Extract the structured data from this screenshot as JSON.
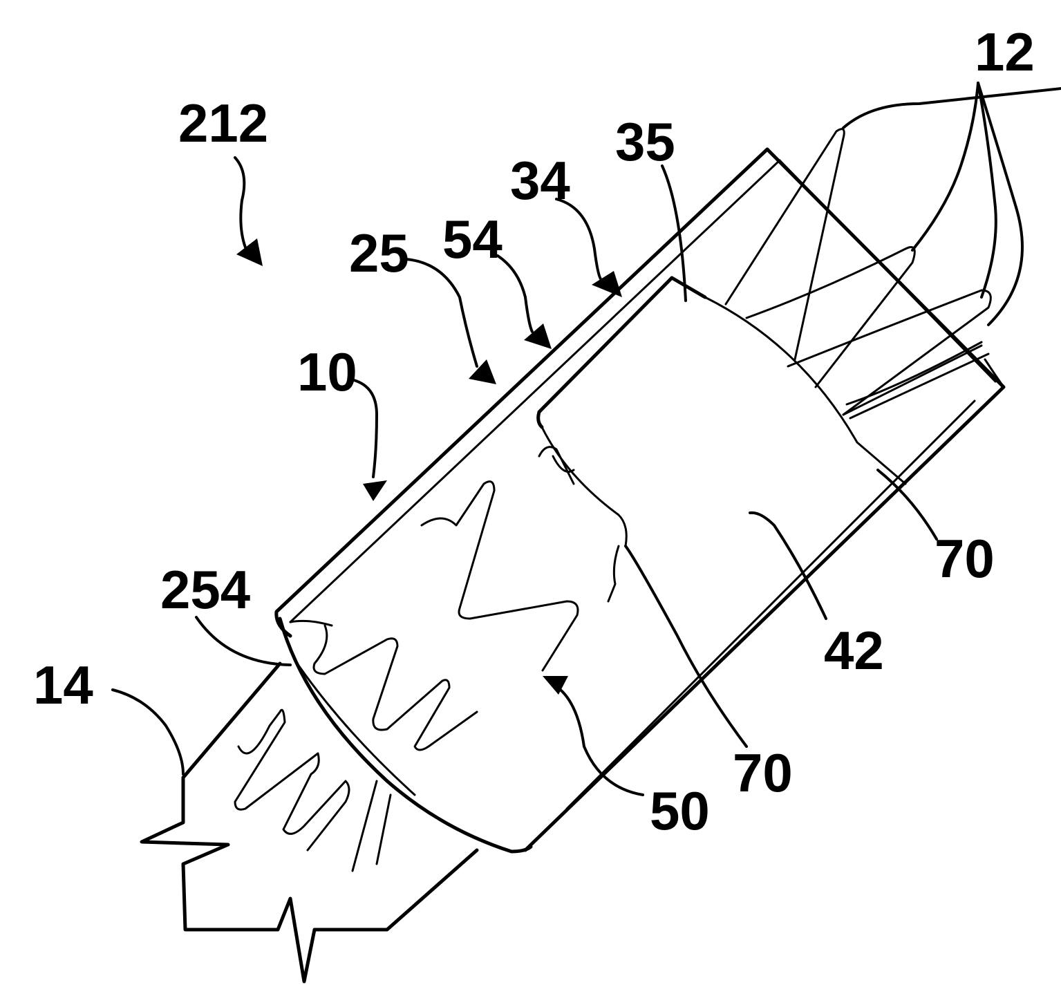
{
  "labels": {
    "l212": "212",
    "l12": "12",
    "l35": "35",
    "l34": "34",
    "l54": "54",
    "l25": "25",
    "l10": "10",
    "l254": "254",
    "l14": "14",
    "l50": "50",
    "l70a": "70",
    "l70b": "70",
    "l42": "42"
  }
}
